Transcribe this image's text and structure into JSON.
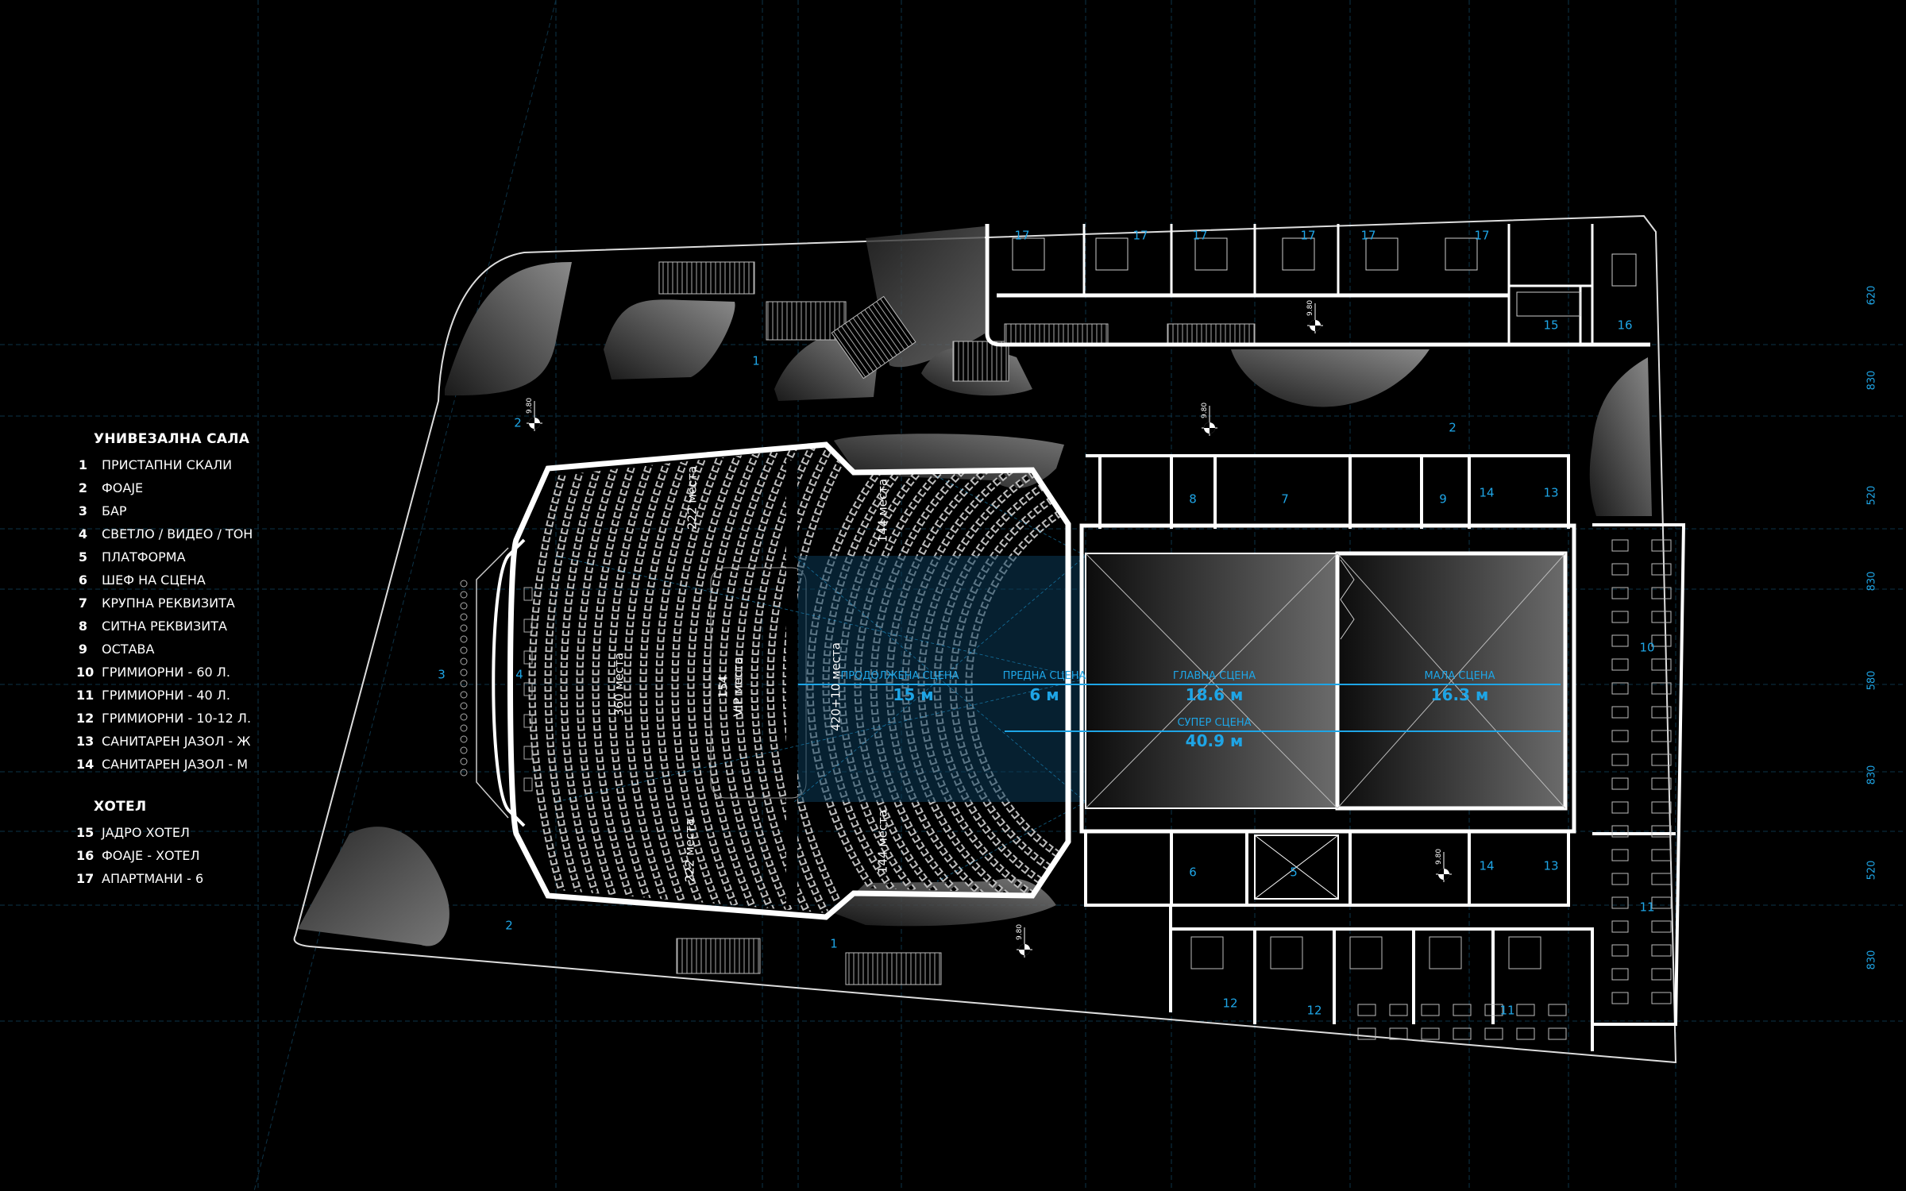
{
  "legend": {
    "sections": [
      {
        "title": "УНИВЕЗАЛНА САЛА",
        "items": [
          {
            "num": "1",
            "label": "ПРИСТАПНИ СКАЛИ"
          },
          {
            "num": "2",
            "label": "ФОАЈЕ"
          },
          {
            "num": "3",
            "label": "БАР"
          },
          {
            "num": "4",
            "label": "СВЕТЛО / ВИДЕО / ТОН"
          },
          {
            "num": "5",
            "label": "ПЛАТФОРМА"
          },
          {
            "num": "6",
            "label": "ШЕФ НА СЦЕНА"
          },
          {
            "num": "7",
            "label": "КРУПНА РЕКВИЗИТА"
          },
          {
            "num": "8",
            "label": "СИТНА РЕКВИЗИТА"
          },
          {
            "num": "9",
            "label": "ОСТАВА"
          },
          {
            "num": "10",
            "label": "ГРИМИОРНИ - 60 Л."
          },
          {
            "num": "11",
            "label": "ГРИМИОРНИ - 40 Л."
          },
          {
            "num": "12",
            "label": "ГРИМИОРНИ - 10-12 Л."
          },
          {
            "num": "13",
            "label": "САНИТАРЕН ЈАЗОЛ - Ж"
          },
          {
            "num": "14",
            "label": "САНИТАРЕН ЈАЗОЛ - М"
          }
        ]
      },
      {
        "title": "ХОТЕЛ",
        "items": [
          {
            "num": "15",
            "label": "ЈАДРО ХОТЕЛ"
          },
          {
            "num": "16",
            "label": "ФОАЈЕ - ХОТЕЛ"
          },
          {
            "num": "17",
            "label": "АПАРТМАНИ - 6"
          }
        ]
      }
    ]
  },
  "plan": {
    "room_numbers": [
      "1",
      "1",
      "2",
      "2",
      "2",
      "3",
      "4",
      "5",
      "6",
      "7",
      "8",
      "9",
      "10",
      "11",
      "11",
      "12",
      "12",
      "13",
      "13",
      "14",
      "14",
      "15",
      "16",
      "17",
      "17",
      "17",
      "17",
      "17",
      "17"
    ],
    "elevation_marker": "9.80",
    "seating": {
      "main": "360 места",
      "upper_side": "222 места",
      "lower_side": "222 места",
      "vip_count": "154",
      "vip_label": "VIP места",
      "front": "420+10 места",
      "front_upper_side": "144 места",
      "front_lower_side": "144 места"
    },
    "stages": {
      "extended": {
        "label": "ПРОДОЛЖЕНА СЦЕНА",
        "value": "15 м"
      },
      "front": {
        "label": "ПРЕДНА СЦЕНА",
        "value": "6 м"
      },
      "main": {
        "label": "ГЛАВНА СЦЕНА",
        "value": "18.6 м"
      },
      "small": {
        "label": "МАЛА СЦЕНА",
        "value": "16.3 м"
      },
      "super": {
        "label": "СУПЕР СЦЕНА",
        "value": "40.9 м"
      }
    },
    "grid_dimensions": [
      "620",
      "830",
      "520",
      "830",
      "580",
      "830",
      "520",
      "830"
    ]
  },
  "colors": {
    "accent": "#1ea5e6",
    "background": "#000000",
    "walls": "#ffffff"
  }
}
